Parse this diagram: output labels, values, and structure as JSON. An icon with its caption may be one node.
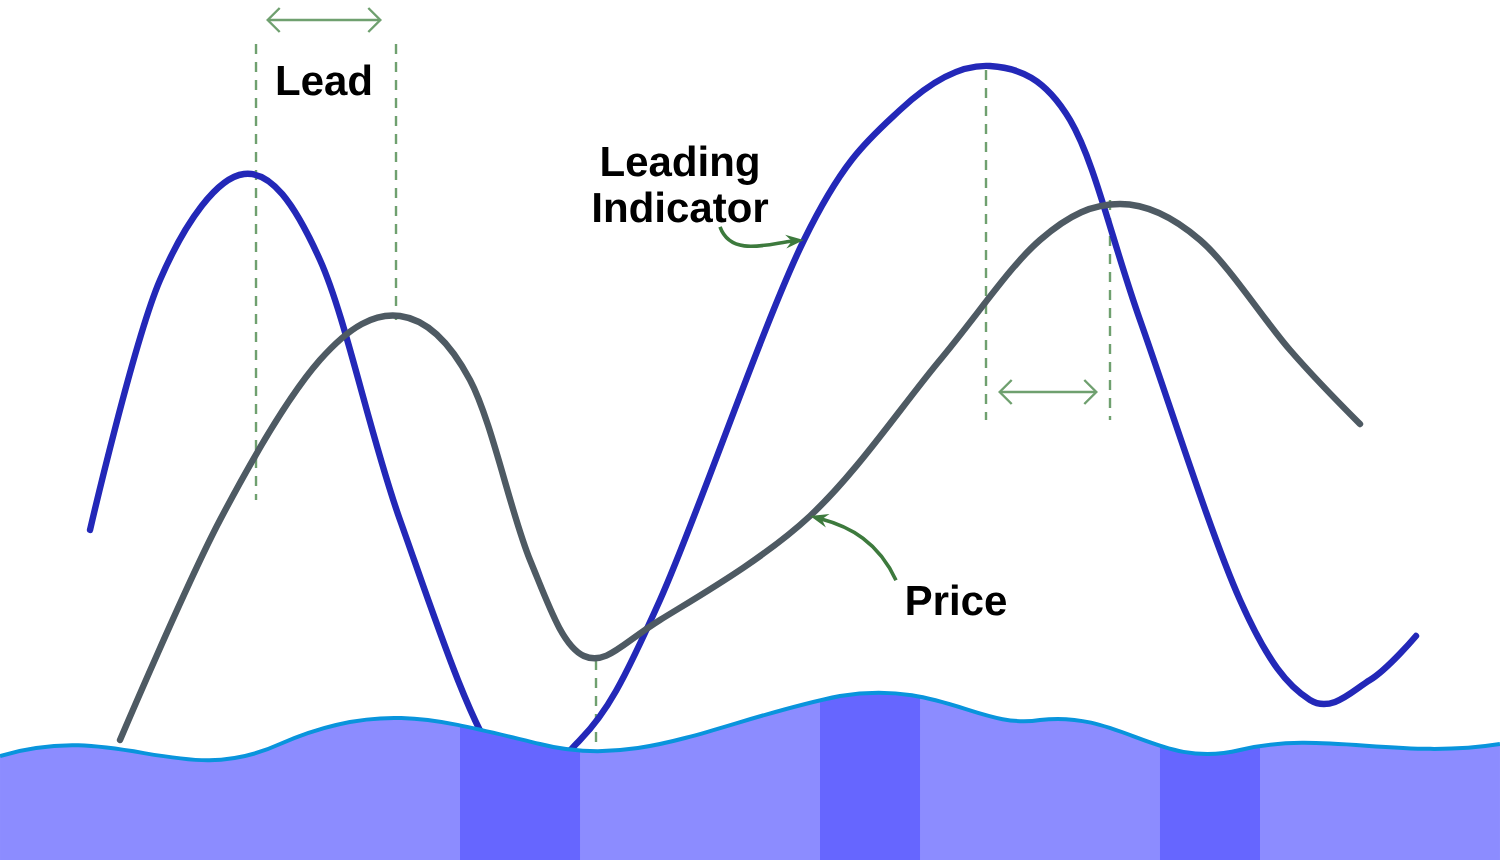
{
  "diagram": {
    "nodes": [
      {
        "text": [
          "Leading Indicator"
        ]
      },
      {
        "text": [
          "Price"
        ]
      }
    ],
    "edges": [
      {
        "from": 0,
        "to": null,
        "arrow": "to"
      },
      {
        "from": 1,
        "to": null,
        "arrow": "to"
      }
    ],
    "labels": [
      "Lead"
    ]
  }
}
